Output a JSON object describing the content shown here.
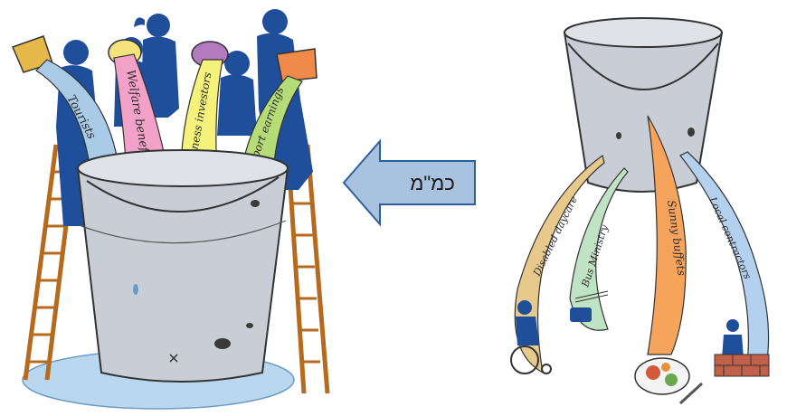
{
  "left_illustration": {
    "streams": [
      {
        "label": "Tourists",
        "color": "#a9cbe8"
      },
      {
        "label": "Welfare benefit",
        "color": "#f2a2c8"
      },
      {
        "label": "Business investors",
        "color": "#f4f27a"
      },
      {
        "label": "Export earnings",
        "color": "#b6dc78"
      }
    ],
    "people_color": "#1f4e9a",
    "bucket_color": "#c9ced6",
    "water_color": "#b9d7ee"
  },
  "center_arrow": {
    "label": "כמ\"מ",
    "color": "#a9c2e0"
  },
  "right_illustration": {
    "streams": [
      {
        "label": "Disabled daycare",
        "color": "#e8c98c"
      },
      {
        "label": "Bus Ministry",
        "color": "#bfe3c4"
      },
      {
        "label": "Sunny buffets",
        "color": "#f6a35b"
      },
      {
        "label": "Local contractors",
        "color": "#b3d1ee"
      }
    ],
    "bucket_color": "#c9ced6"
  }
}
